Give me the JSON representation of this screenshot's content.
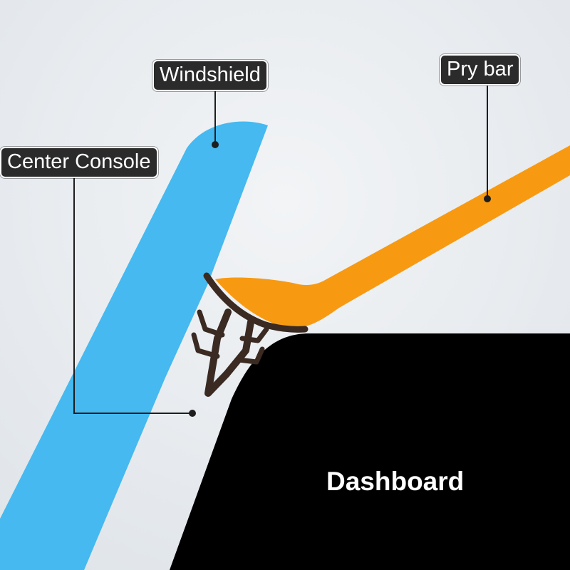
{
  "labels": {
    "windshield": "Windshield",
    "pry_bar": "Pry bar",
    "center_console": "Center Console",
    "dashboard": "Dashboard"
  },
  "colors": {
    "background": "#e7ebef",
    "windshield": "#45b9f0",
    "pry_bar": "#f79a12",
    "dashboard": "#000000",
    "seal_clip": "#3a2a22",
    "callout_fill": "#2b2b2b",
    "callout_border": "#ffffff",
    "leader_line": "#1e1e1e"
  }
}
